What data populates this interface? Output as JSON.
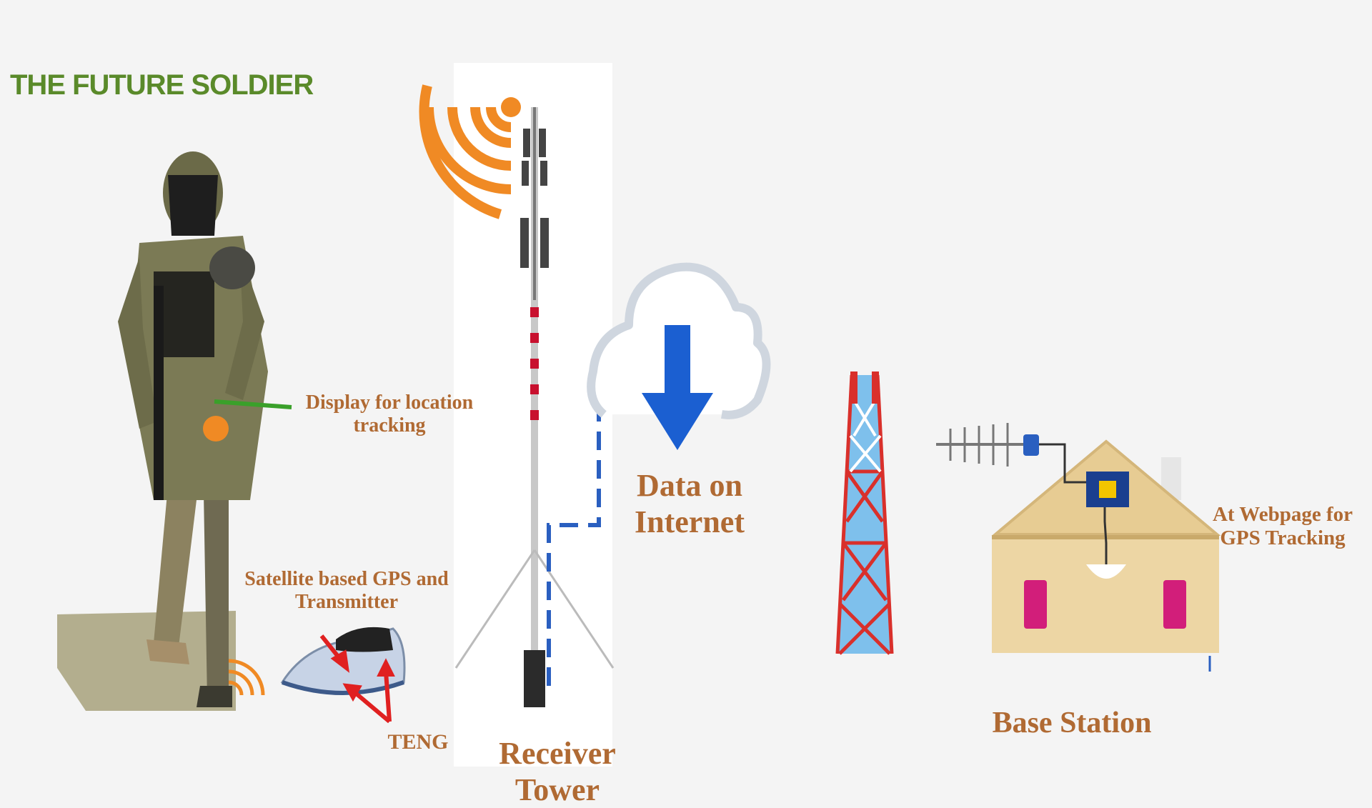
{
  "title": "THE FUTURE SOLDIER",
  "labels": {
    "display": "Display for location tracking",
    "gps": "Satellite based GPS and Transmitter",
    "teng": "TENG",
    "receiver": "Receiver Tower",
    "internet": "Data on Internet",
    "webpage": "At Webpage for GPS Tracking",
    "base": "Base Station"
  },
  "colors": {
    "title": "#5a8a2a",
    "label": "#b06a33",
    "signal": "#f08a24",
    "arrow": "#1b5fd1",
    "dashed_link": "#2a5fc0",
    "tower_red": "#d9302b",
    "tower_blue": "#67b3e8",
    "pointer_red": "#e02020",
    "pointer_green": "#3aa02a"
  }
}
